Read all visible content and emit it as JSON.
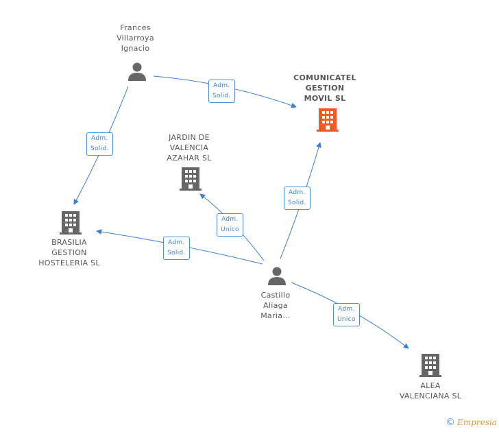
{
  "nodes": {
    "frances": {
      "lines": [
        "Frances",
        "Villarroya",
        "Ignacio"
      ],
      "kind": "person"
    },
    "comunicatel": {
      "lines": [
        "COMUNICATEL",
        "GESTION",
        "MOVIL SL"
      ],
      "kind": "company-main"
    },
    "jardin": {
      "lines": [
        "JARDIN DE",
        "VALENCIA",
        "AZAHAR SL"
      ],
      "kind": "company"
    },
    "brasilia": {
      "lines": [
        "BRASILIA",
        "GESTION",
        "HOSTELERIA SL"
      ],
      "kind": "company"
    },
    "castillo": {
      "lines": [
        "Castillo",
        "Aliaga",
        "Maria..."
      ],
      "kind": "person"
    },
    "alea": {
      "lines": [
        "ALEA",
        "VALENCIANA SL"
      ],
      "kind": "company"
    }
  },
  "edges": {
    "frances_comunicatel": {
      "lines": [
        "Adm.",
        "Solid."
      ]
    },
    "frances_brasilia": {
      "lines": [
        "Adm.",
        "Solid."
      ]
    },
    "castillo_jardin": {
      "lines": [
        "Adm.",
        "Unico"
      ]
    },
    "castillo_comunicatel": {
      "lines": [
        "Adm.",
        "Solid."
      ]
    },
    "castillo_brasilia": {
      "lines": [
        "Adm.",
        "Solid."
      ]
    },
    "castillo_alea": {
      "lines": [
        "Adm.",
        "Unico"
      ]
    }
  },
  "footer": {
    "copyright": "©",
    "brand_e": "E",
    "brand_rest": "mpresia"
  },
  "colors": {
    "edge": "#3a7fcf",
    "icon": "#666666",
    "main_icon": "#f05a28"
  }
}
